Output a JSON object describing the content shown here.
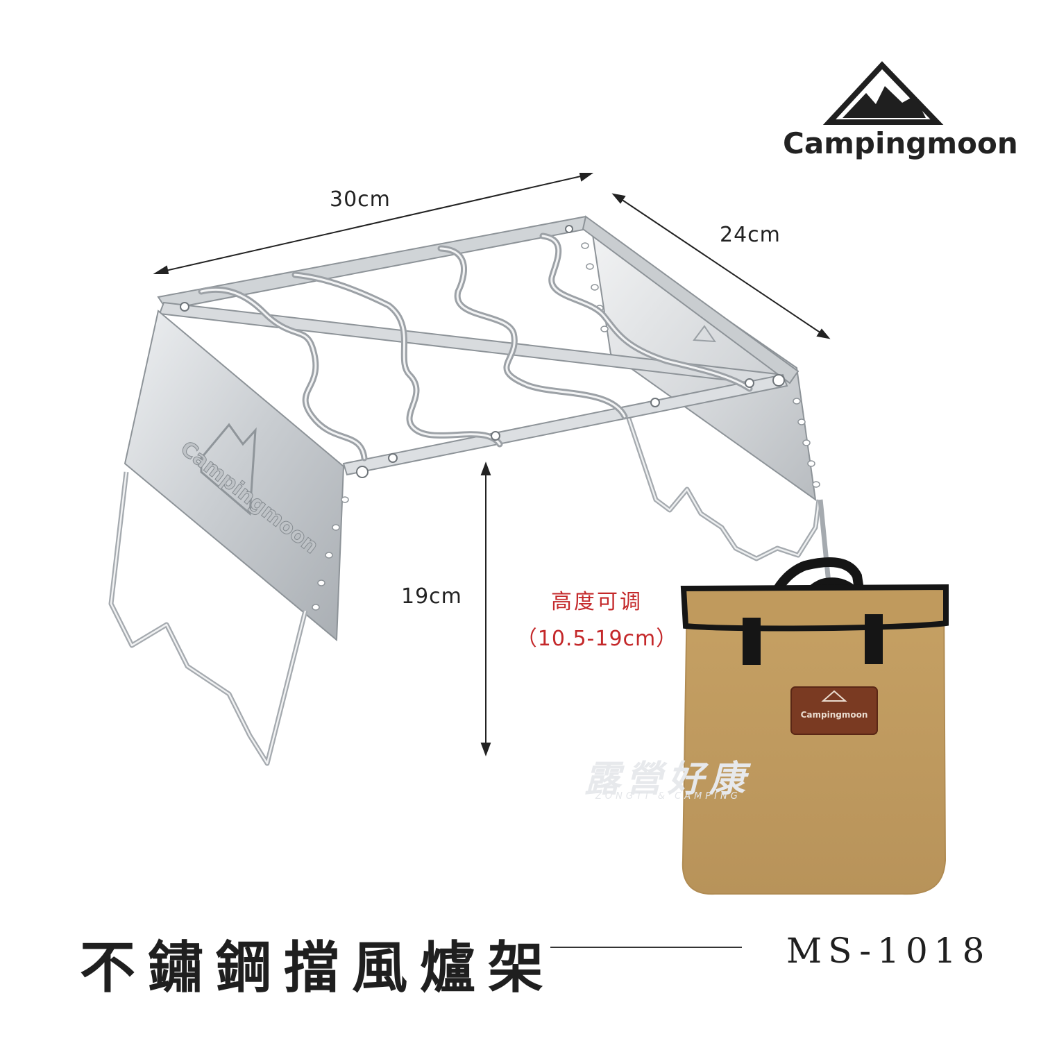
{
  "brand": {
    "name": "Campingmoon",
    "logo_icon": "mountain-logo-icon"
  },
  "dimensions": {
    "width": "30cm",
    "depth": "24cm",
    "height": "19cm"
  },
  "height_note": {
    "label": "高度可调",
    "range": "（10.5-19cm）"
  },
  "product": {
    "title": "不鏽鋼擋風爐架",
    "model": "MS-1018"
  },
  "watermark": {
    "text": "露營好康",
    "subtext": "ZONGTI & CAMPING"
  },
  "bag_patch": {
    "text": "Campingmoon"
  },
  "colors": {
    "steel": "#d9dcdf",
    "steel_dark": "#9aa0a6",
    "bag_canvas": "#c7a265",
    "bag_trim": "#151515",
    "accent_red": "#c4282a",
    "patch_brown": "#7a3a22"
  }
}
